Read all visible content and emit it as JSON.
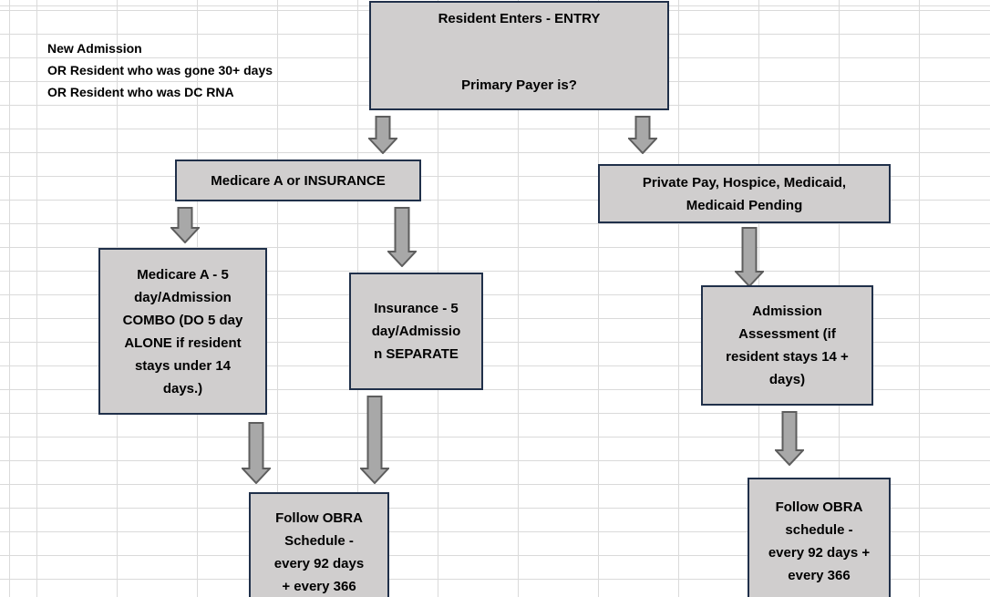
{
  "colors": {
    "box_fill": "#d0cece",
    "box_border": "#20304a",
    "arrow_fill": "#a8a8a8",
    "arrow_border": "#5d5d5d",
    "gridline": "#dadada",
    "text": "#000000"
  },
  "annotation": {
    "text": "New Admission\nOR Resident who was gone 30+ days\nOR Resident who was DC RNA"
  },
  "flowchart": {
    "entry_box": {
      "title": "Resident Enters - ENTRY",
      "question": "Primary Payer is?"
    },
    "medicare_or_insurance_box": {
      "text": "Medicare A or INSURANCE"
    },
    "private_pay_box": {
      "text": "Private Pay, Hospice, Medicaid,\nMedicaid Pending"
    },
    "medicare_combo_box": {
      "text": "Medicare A - 5\nday/Admission\nCOMBO (DO 5 day\nALONE if resident\nstays under 14\ndays.)"
    },
    "insurance_separate_box": {
      "text": "Insurance - 5\nday/Admissio\nn SEPARATE"
    },
    "admission_assessment_box": {
      "text": "Admission\nAssessment (if\nresident stays 14 +\ndays)"
    },
    "obra_left_box": {
      "text": "Follow OBRA\nSchedule -\nevery 92 days\n+ every 366"
    },
    "obra_right_box": {
      "text": "Follow OBRA\nschedule -\nevery 92 days +\nevery 366"
    }
  }
}
